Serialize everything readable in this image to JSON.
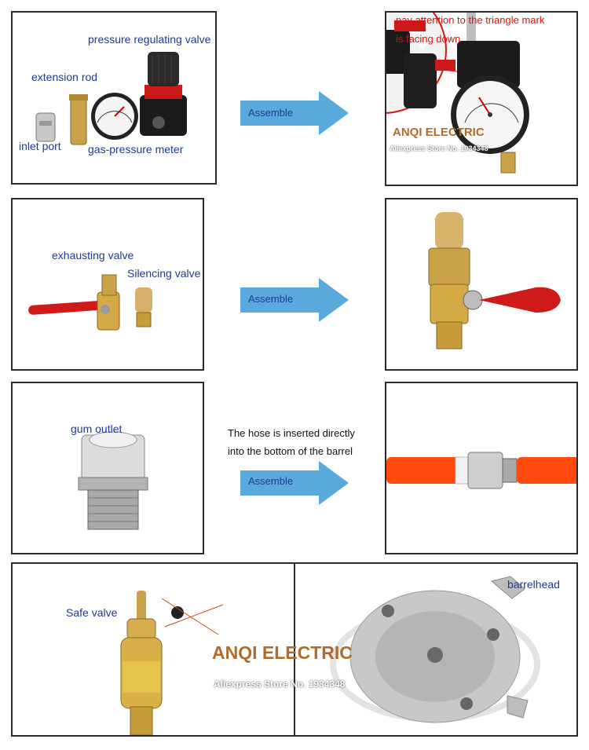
{
  "row1": {
    "left_labels": {
      "pressure_valve": "pressure regulating valve",
      "extension_rod": "extension rod",
      "inlet_port": "inlet port",
      "gas_meter": "gas-pressure meter"
    },
    "arrow_label": "Assemble",
    "right_note_line1": "pay attention to the triangle mark",
    "right_note_line2": "is facing down",
    "watermark_brand": "ANQI ELECTRIC",
    "watermark_store": "Aliexpress Store No. 1934348"
  },
  "row2": {
    "left_labels": {
      "exhausting_valve": "exhausting valve",
      "silencing_valve": "Silencing valve"
    },
    "arrow_label": "Assemble"
  },
  "row3": {
    "left_labels": {
      "gum_outlet": "gum outlet"
    },
    "note_line1": "The hose is inserted directly",
    "note_line2": "into the bottom of the barrel",
    "arrow_label": "Assemble"
  },
  "row4": {
    "left_labels": {
      "safe_valve": "Safe valve"
    },
    "right_labels": {
      "barrelhead": "barrelhead"
    },
    "watermark_brand": "ANQI ELECTRIC",
    "watermark_store": "Aliexpress Store No. 1934348"
  },
  "colors": {
    "label_blue": "#1f3a93",
    "arrow_blue": "#5aa9dc",
    "note_red": "#e01010",
    "panel_border": "#2a2a2a"
  }
}
